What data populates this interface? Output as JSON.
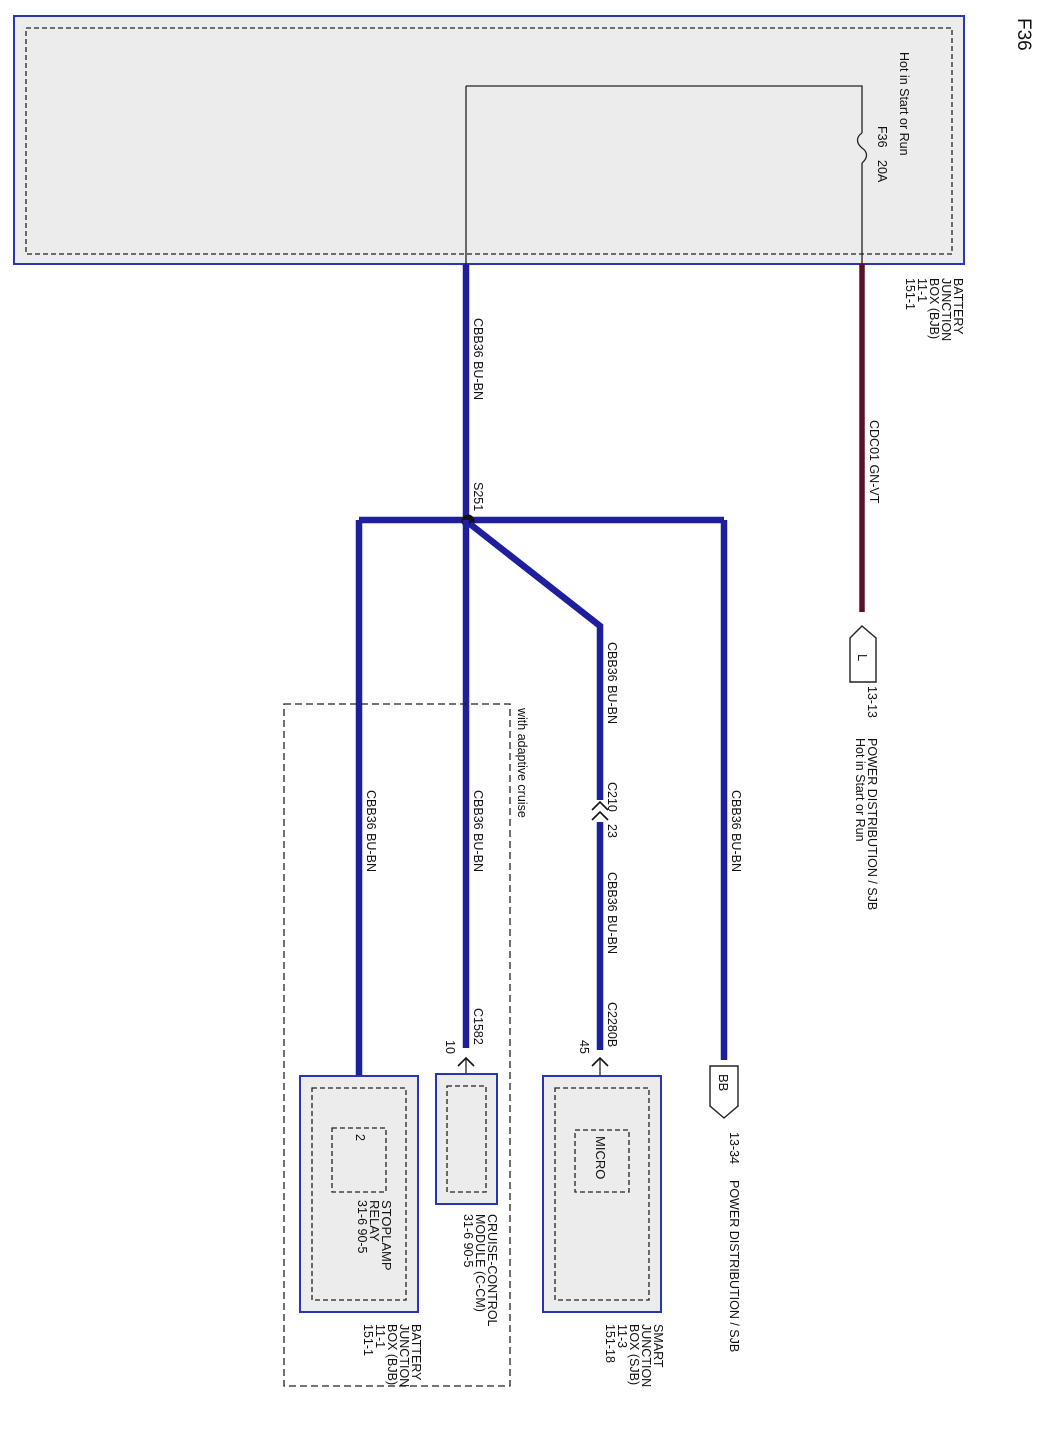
{
  "page_label": "F36",
  "bjb_top": {
    "title_lines": [
      "BATTERY",
      "JUNCTION",
      "BOX (BJB)",
      "11-1",
      "151-1"
    ],
    "hot_label": "Hot in Start or Run",
    "fuse_id": "F36",
    "fuse_rating": "20A"
  },
  "wires": {
    "cdc01": "CDC01  GN-VT",
    "cbb36_main": "CBB36  BU-BN",
    "cbb36_right": "CBB36  BU-BN",
    "cbb36_diag_upper": "CBB36  BU-BN",
    "cbb36_diag_lower": "CBB36  BU-BN",
    "cbb36_cc": "CBB36  BU-BN",
    "cbb36_left": "CBB36  BU-BN"
  },
  "splice": "S251",
  "connectors": {
    "c210": "C210",
    "c210_pin": "23",
    "c2280b": "C2280B",
    "c2280b_pin": "45",
    "c1582": "C1582",
    "c1582_pin": "10"
  },
  "ref_l": {
    "letter": "L",
    "page": "13-13",
    "desc_1": "POWER DISTRIBUTION / SJB",
    "desc_2": "Hot in Start or Run"
  },
  "ref_bb": {
    "letter": "BB",
    "page": "13-34",
    "desc": "POWER DISTRIBUTION / SJB"
  },
  "sjb": {
    "title_lines": [
      "SMART",
      "JUNCTION",
      "BOX (SJB)",
      "11-3",
      "151-18"
    ],
    "inner": "MICRO"
  },
  "adaptive_note": "with adaptive cruise",
  "ccm": {
    "title_lines": [
      "CRUISE-CONTROL",
      "MODULE (C-CM)",
      "31-6   90-5"
    ]
  },
  "stoplamp": {
    "pin": "2",
    "title_lines": [
      "STOPLAMP",
      "RELAY",
      "31-6   90-5"
    ]
  },
  "bjb_bottom": {
    "title_lines": [
      "BATTERY",
      "JUNCTION",
      "BOX (BJB)",
      "11-1",
      "151-1"
    ]
  }
}
